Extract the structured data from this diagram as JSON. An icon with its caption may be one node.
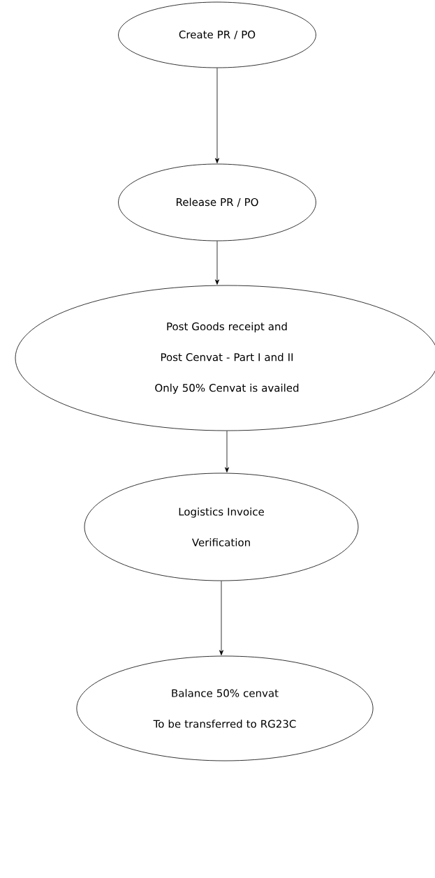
{
  "diagram": {
    "nodes": [
      {
        "text": [
          "Create PR / PO"
        ]
      },
      {
        "text": [
          "Release PR / PO"
        ]
      },
      {
        "text": [
          "Post Goods receipt and",
          "Post Cenvat - Part I and II",
          "Only 50% Cenvat is availed"
        ]
      },
      {
        "text": [
          "Logistics Invoice Verification"
        ]
      },
      {
        "text": [
          "Balance 50% cenvat",
          "To be transferred to RG23C"
        ]
      }
    ],
    "edges": [
      {
        "from": 0,
        "to": 1,
        "arrow": "to"
      },
      {
        "from": 1,
        "to": 2,
        "arrow": "to"
      },
      {
        "from": 2,
        "to": 3,
        "arrow": "to"
      },
      {
        "from": 3,
        "to": 4,
        "arrow": "to"
      }
    ]
  }
}
